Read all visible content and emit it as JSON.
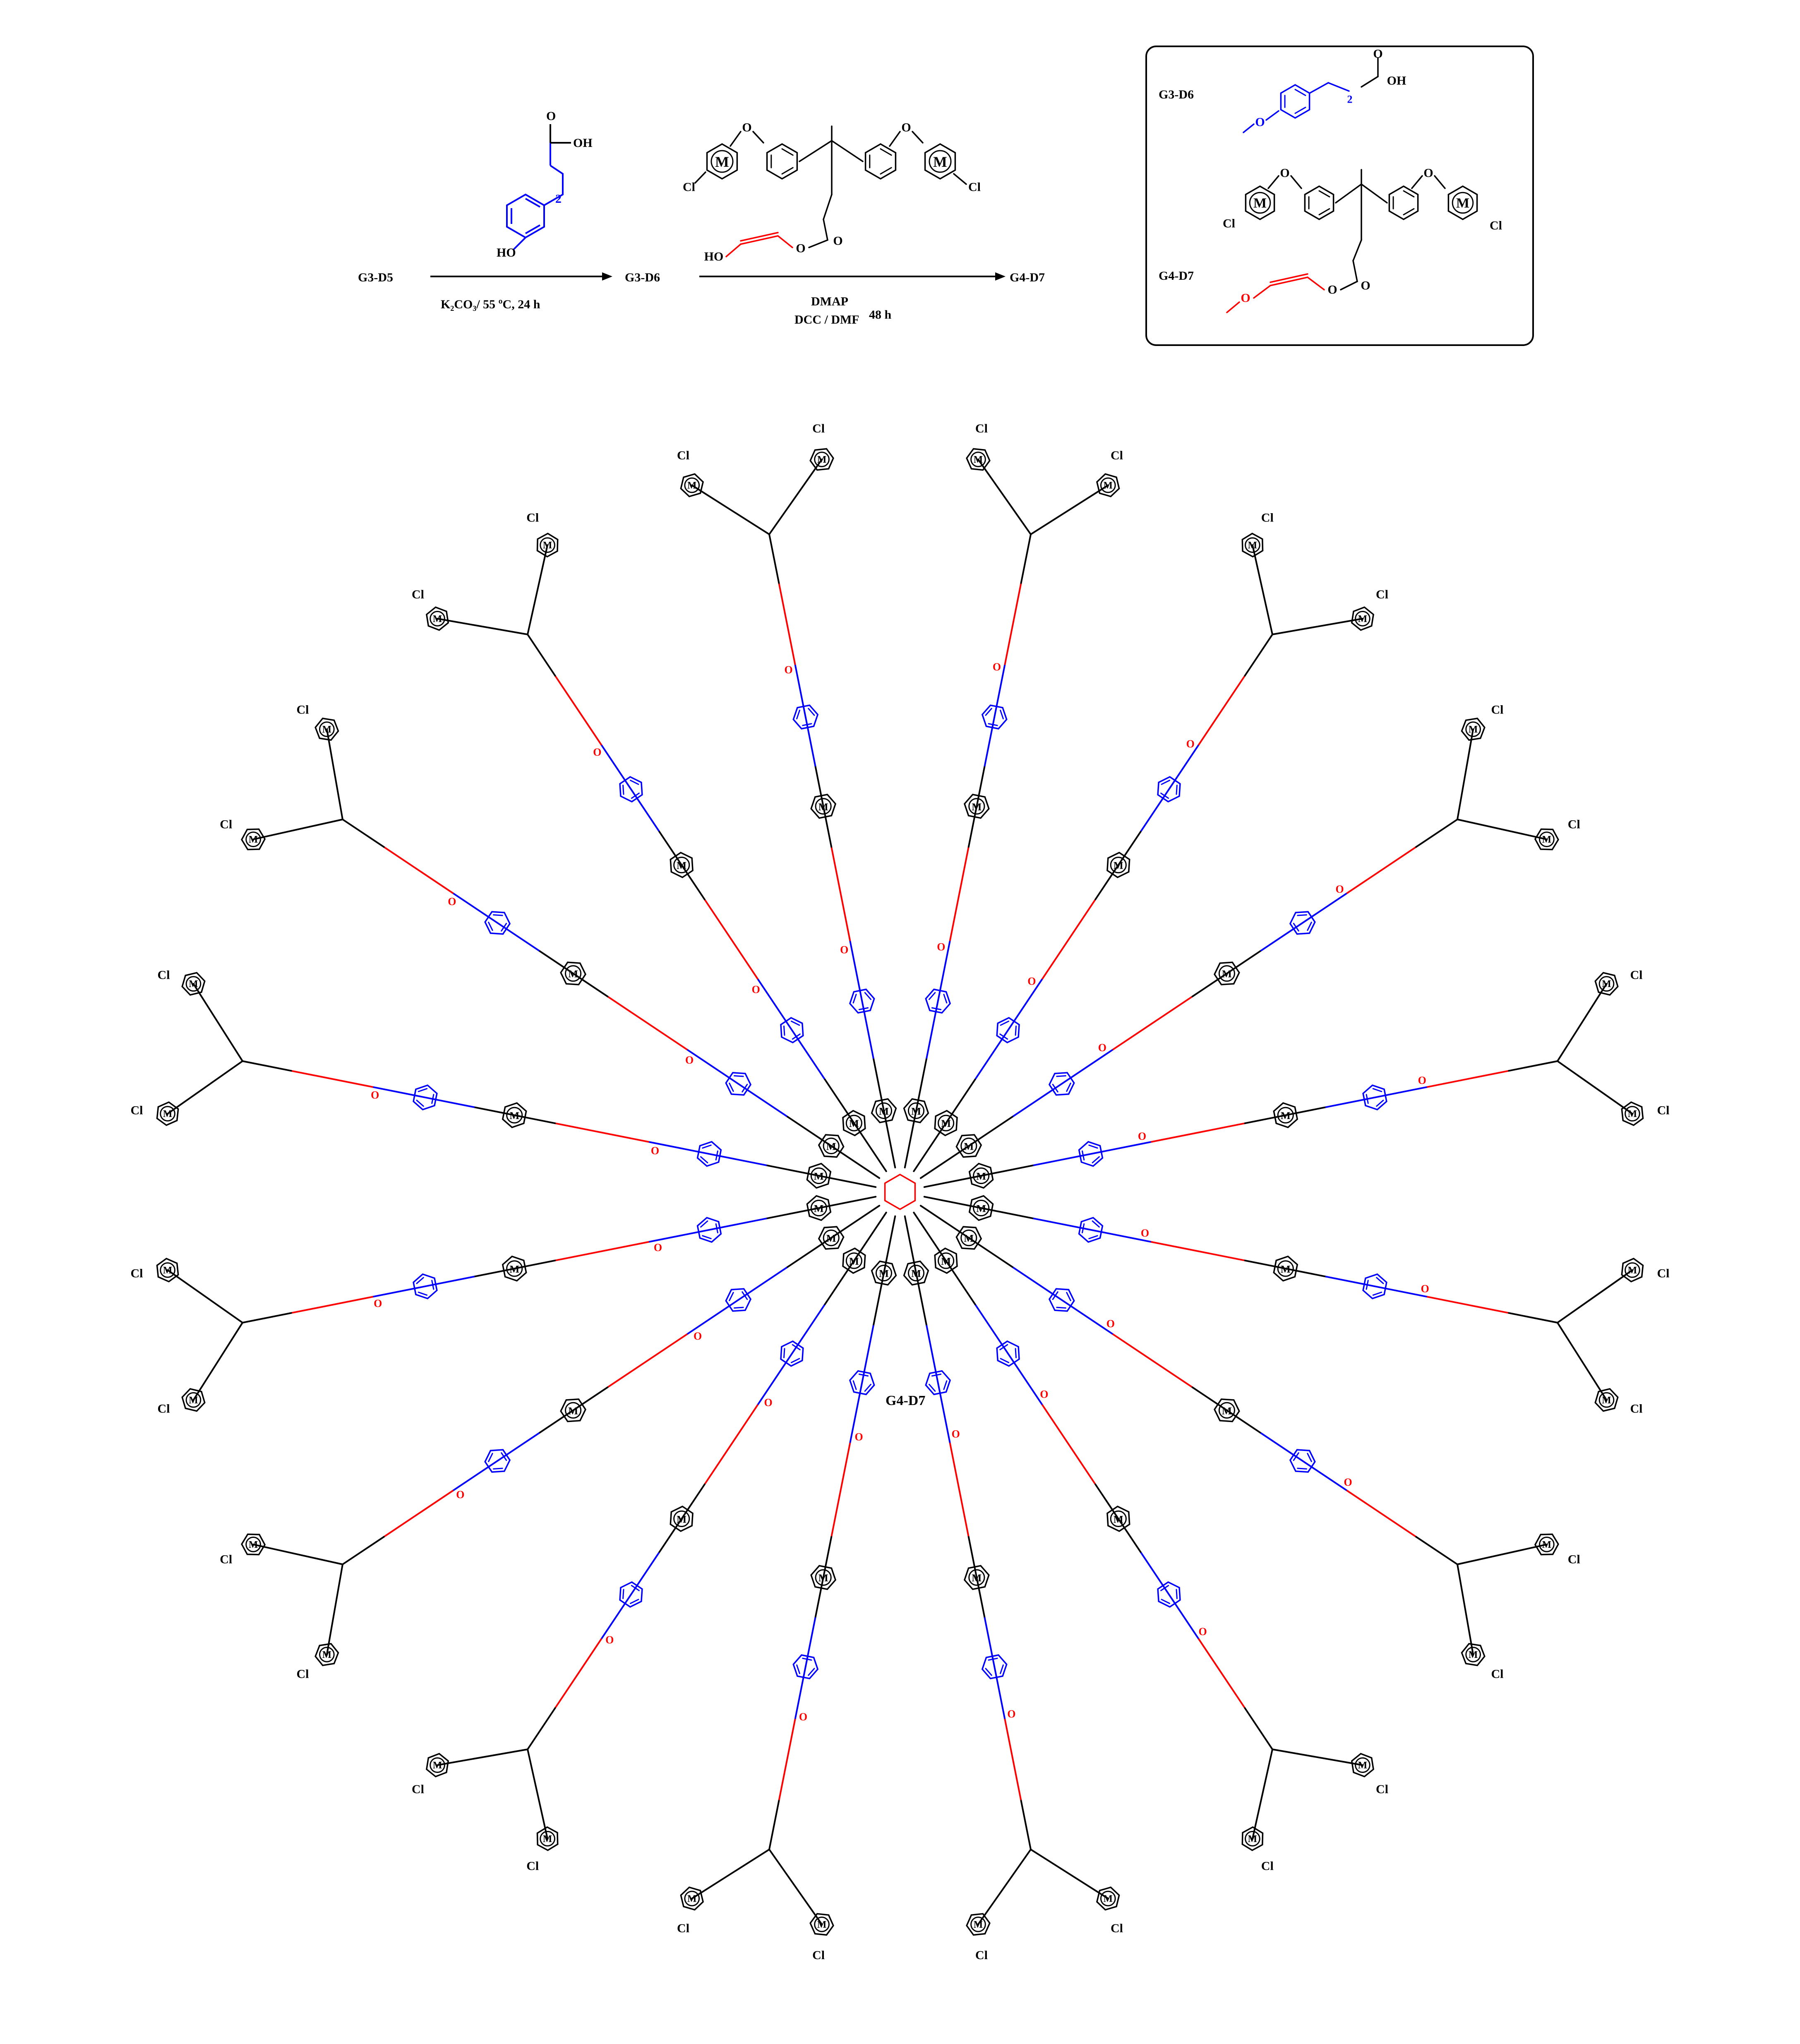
{
  "scheme": {
    "start": "G3-D5",
    "step1": {
      "product": "G3-D6",
      "conditions": "K₂CO₃/  55 ºC, 24 h"
    },
    "step2": {
      "product": "G4-D7",
      "reagent_top": "DMAP",
      "reagent_bottom": "DCC / DMF",
      "time": "48 h"
    }
  },
  "legend_box": {
    "item1": "G3-D6",
    "item2": "G4-D7"
  },
  "atoms": {
    "chlorine": "Cl",
    "oxygen": "O",
    "hydroxyl": "OH",
    "ho": "HO",
    "metal": "M",
    "subscript_2": "2"
  },
  "dendrimer": {
    "label": "G4-D7",
    "arms": 16
  },
  "colors": {
    "core_ring": "#ff0000",
    "linker_red": "#ff0000",
    "spacer_blue": "#0000ff",
    "backbone_black": "#000000"
  }
}
